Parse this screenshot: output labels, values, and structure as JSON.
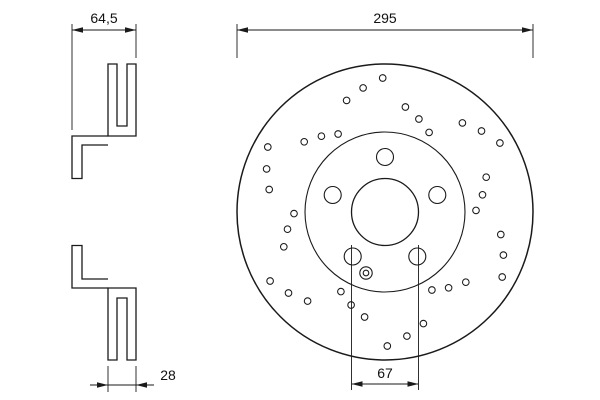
{
  "drawing": {
    "part": "brake-disc-technical-drawing",
    "background": "#ffffff",
    "line_color": "#1a1a1a"
  },
  "dims": {
    "section_width": "64,5",
    "outer_diameter": "295",
    "disc_thickness": "28",
    "center_bore": "67"
  },
  "front_view": {
    "drill_pattern": {
      "groups": 12,
      "start_deg": -100,
      "outer_radius": 126,
      "inner_radius": 99,
      "spread_deg": 9,
      "radial_stagger": 8,
      "hole_radius": 3.3
    }
  }
}
